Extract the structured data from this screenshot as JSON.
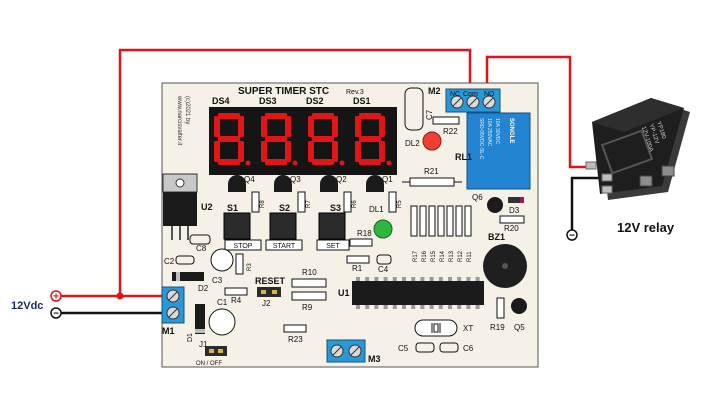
{
  "board": {
    "title": "SUPER TIMER STC",
    "revision": "Rev.3",
    "copyright": "(c)2021 by",
    "website": "www.narcisvalter.it",
    "display_digits": [
      "8",
      "8",
      "8",
      "8"
    ],
    "display_labels": [
      "DS4",
      "DS3",
      "DS2",
      "DS1"
    ],
    "buttons": [
      {
        "ref": "S1",
        "caption": "STOP"
      },
      {
        "ref": "S2",
        "caption": "START"
      },
      {
        "ref": "S3",
        "caption": "SET"
      }
    ],
    "transistor_labels": [
      "Q4",
      "Q3",
      "Q2",
      "Q1"
    ],
    "relay_block": {
      "ref": "M2",
      "terminals": [
        "NC",
        "Com",
        "NO"
      ]
    },
    "labels": {
      "c7": "C7",
      "r22": "R22",
      "dl2": "DL2",
      "rl1": "RL1",
      "r21": "R21",
      "q6": "Q6",
      "d3": "D3",
      "r20": "R20",
      "dl1": "DL1",
      "r18": "R18",
      "bz1": "BZ1",
      "u2": "U2",
      "c8": "C8",
      "c2": "C2",
      "c3": "C3",
      "r3": "R3",
      "d2": "D2",
      "r4": "R4",
      "reset": "RESET",
      "j2": "J2",
      "r10": "R10",
      "r1": "R1",
      "c4": "C4",
      "r9": "R9",
      "u1": "U1",
      "q5": "Q5",
      "r19": "R19",
      "c1": "C1",
      "d1": "D1",
      "m1": "M1",
      "r23": "R23",
      "xt": "XT",
      "c5": "C5",
      "c6": "C6",
      "j1": "J1",
      "onoff": "ON / OFF",
      "m3": "M3",
      "r5": "R5",
      "r6": "R6",
      "r7": "R7",
      "r8": "R8"
    },
    "resistor_array": [
      "R17",
      "R16",
      "R15",
      "R14",
      "R13",
      "R12",
      "R11"
    ],
    "relay_text": [
      "SRD-05VDC-SL-C",
      "10A 250VAC",
      "10A 30VDC",
      "SONGLE"
    ]
  },
  "power": {
    "label": "12Vdc",
    "plus_symbol": "+",
    "minus_symbol": "−"
  },
  "external_relay": {
    "label": "12V relay",
    "markings": [
      "YP180",
      "YP-12V",
      "12V-100A"
    ],
    "minus_symbol": "−"
  },
  "colors": {
    "pcb": "#f6f1e6",
    "positive_wire": "#e0121a",
    "negative_wire": "#111111",
    "terminal_block": "#2a98d6",
    "display_segment": "#e01515",
    "chip": "#1b1b1b"
  }
}
